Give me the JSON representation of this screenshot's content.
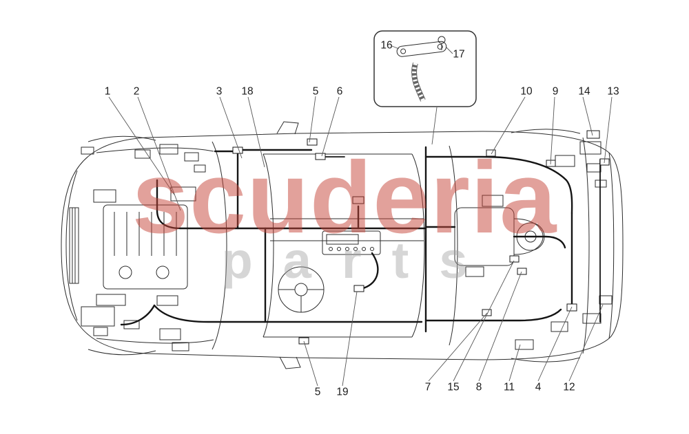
{
  "watermark": {
    "primary": "scuderia",
    "secondary": "parts"
  },
  "callouts": [
    "1",
    "2",
    "3",
    "18",
    "5",
    "6",
    "16",
    "17",
    "10",
    "9",
    "14",
    "13",
    "5",
    "19",
    "7",
    "15",
    "8",
    "11",
    "4",
    "12"
  ]
}
